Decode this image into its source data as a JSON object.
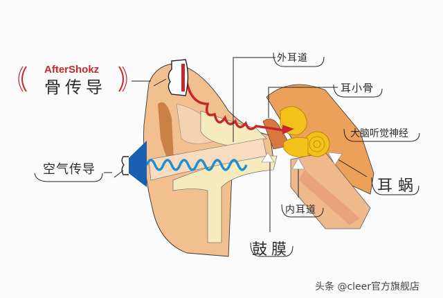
{
  "labels": {
    "brand": "AfterShokz",
    "bone_conduction": "骨传导",
    "air_conduction": "空气传导",
    "outer_ear_canal": "外耳道",
    "ossicles": "耳小骨",
    "auditory_nerve": "大脑听觉神经",
    "cochlea": "耳蜗",
    "inner_ear_canal": "内耳道",
    "eardrum": "鼓膜"
  },
  "watermark": "头条 @cleer官方旗舰店",
  "colors": {
    "bone_wave": "#c8262b",
    "air_wave": "#1f8fd0",
    "speaker": "#1a5fb0",
    "skin": "#f2c08e",
    "cochlea": "#f3c21a"
  }
}
